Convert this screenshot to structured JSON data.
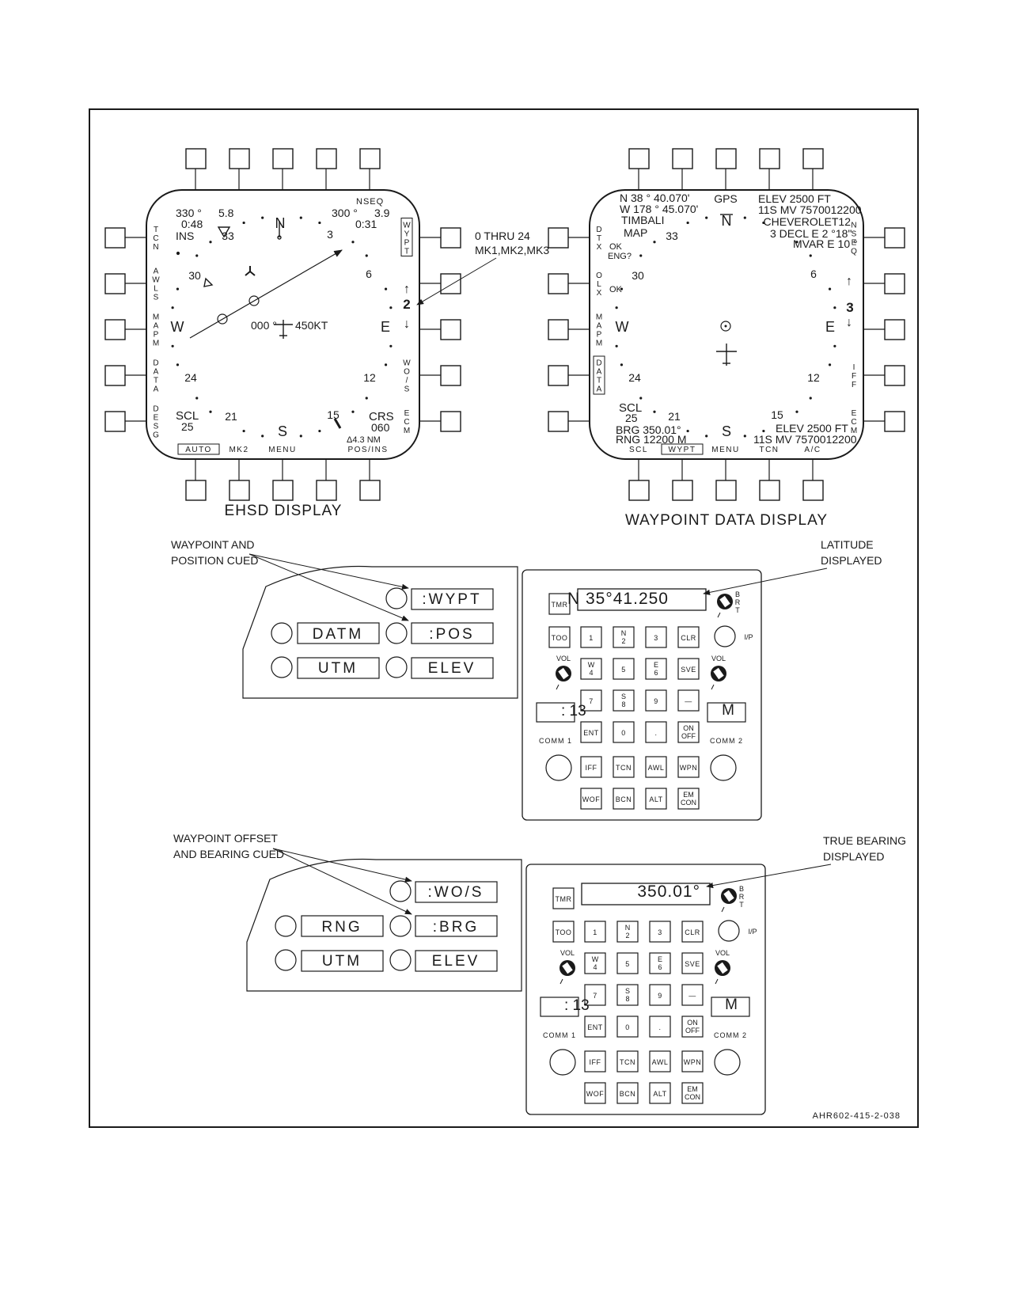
{
  "ehsd": {
    "caption": "EHSD DISPLAY",
    "hdg_left": "330 °",
    "dist_left": "5.8",
    "time_left": "0:48",
    "ins": "INS",
    "nseq": "NSEQ",
    "hdg_right": "300 °",
    "dist_right": "3.9",
    "time_right": "0:31",
    "cardinals": {
      "n": "N",
      "e": "E",
      "s": "S",
      "w": "W"
    },
    "ticks": {
      "t3": "3",
      "t6": "6",
      "t12": "12",
      "t15": "15",
      "t21": "21",
      "t24": "24",
      "t30": "30",
      "t33": "33"
    },
    "center_hdg": "000 °",
    "center_speed": "450KT",
    "scl": "SCL",
    "scl_val": "25",
    "crs": "CRS",
    "crs_val": "060",
    "delta": "Δ4.3 NM",
    "waypoint_no": "2",
    "left_labels": [
      "TCN",
      "AWLS",
      "MAPM",
      "DATA",
      "DESG"
    ],
    "right_labels": [
      "WYPT",
      "↑",
      "↓",
      "WO/S",
      "ECM"
    ],
    "bottom_labels": [
      "AUTO",
      "MK2",
      "MENU",
      "POS/INS"
    ]
  },
  "annotation_wp": {
    "line1": "0 THRU 24",
    "line2": "MK1,MK2,MK3"
  },
  "wpd": {
    "caption": "WAYPOINT DATA DISPLAY",
    "lat": "N  38 ° 40.070'",
    "lon": "W 178 ° 45.070'",
    "name": "TIMBALI",
    "map": "MAP",
    "gps": "GPS",
    "elev_top": "ELEV   2500  FT",
    "utm_top": "11S MV  7570012200",
    "name_right": "CHEVEROLET12",
    "decl": "3 DECL   E 2 °18\"",
    "mvar": "MVAR E  10 °",
    "dtx_ok": "OK",
    "eng": "ENG?",
    "olx_ok": "OK",
    "cardinals": {
      "n": "N",
      "e": "E",
      "s": "S",
      "w": "W"
    },
    "ticks": {
      "t6": "6",
      "t12": "12",
      "t15": "15",
      "t21": "21",
      "t24": "24",
      "t30": "30",
      "t33": "33"
    },
    "waypoint_no": "3",
    "scl": "SCL",
    "scl_val": "25",
    "brg": "BRG 350.01°",
    "rng": "RNG  12200 M",
    "elev_bot": "ELEV   2500  FT",
    "utm_bot": "11S MV  7570012200",
    "left_labels": [
      "DTX",
      "OLX",
      "MAPM",
      "DATA"
    ],
    "right_labels": [
      "NSEQ",
      "↑",
      "↓",
      "IFF",
      "ECM"
    ],
    "bottom_labels": [
      "SCL",
      "WYPT",
      "MENU",
      "TCN",
      "A/C"
    ]
  },
  "cue1": {
    "label_line1": "WAYPOINT AND",
    "label_line2": "POSITION CUED",
    "windows": {
      "wypt": ":WYPT",
      "datm": "DATM",
      "pos": ":POS",
      "utm": "UTM",
      "elev": "ELEV"
    }
  },
  "ufc1": {
    "label_line1": "LATITUDE",
    "label_line2": "DISPLAYED",
    "readout": "N    35°41.250",
    "comm1_display": ": 13",
    "comm2_display": "M"
  },
  "cue2": {
    "label_line1": "WAYPOINT OFFSET",
    "label_line2": "AND BEARING CUED",
    "windows": {
      "wos": ":WO/S",
      "rng": "RNG",
      "brg": ":BRG",
      "utm": "UTM",
      "elev": "ELEV"
    }
  },
  "ufc2": {
    "label_line1": "TRUE BEARING",
    "label_line2": "DISPLAYED",
    "readout": "350.01°",
    "comm1_display": ": 13",
    "comm2_display": "M"
  },
  "ufc_keys": {
    "tmr": "TMR",
    "too": "TOO",
    "ip": "I/P",
    "vol": "VOL",
    "brt": "BRT",
    "k1": "1",
    "k2": "N\n2",
    "k3": "3",
    "clr": "CLR",
    "k4": "W\n4",
    "k5": "5",
    "k6": "E\n6",
    "sve": "SVE",
    "k7": "7",
    "k8": "S\n8",
    "k9": "9",
    "dash": "—",
    "ent": "ENT",
    "k0": "0",
    "dot": ".",
    "onoff": "ON\nOFF",
    "comm1": "COMM 1",
    "comm2": "COMM 2",
    "iff": "IFF",
    "tcn": "TCN",
    "awl": "AWL",
    "wpn": "WPN",
    "wof": "WOF",
    "bcn": "BCN",
    "alt": "ALT",
    "emcon": "EM\nCON"
  },
  "figure_id": "AHR602-415-2-038"
}
